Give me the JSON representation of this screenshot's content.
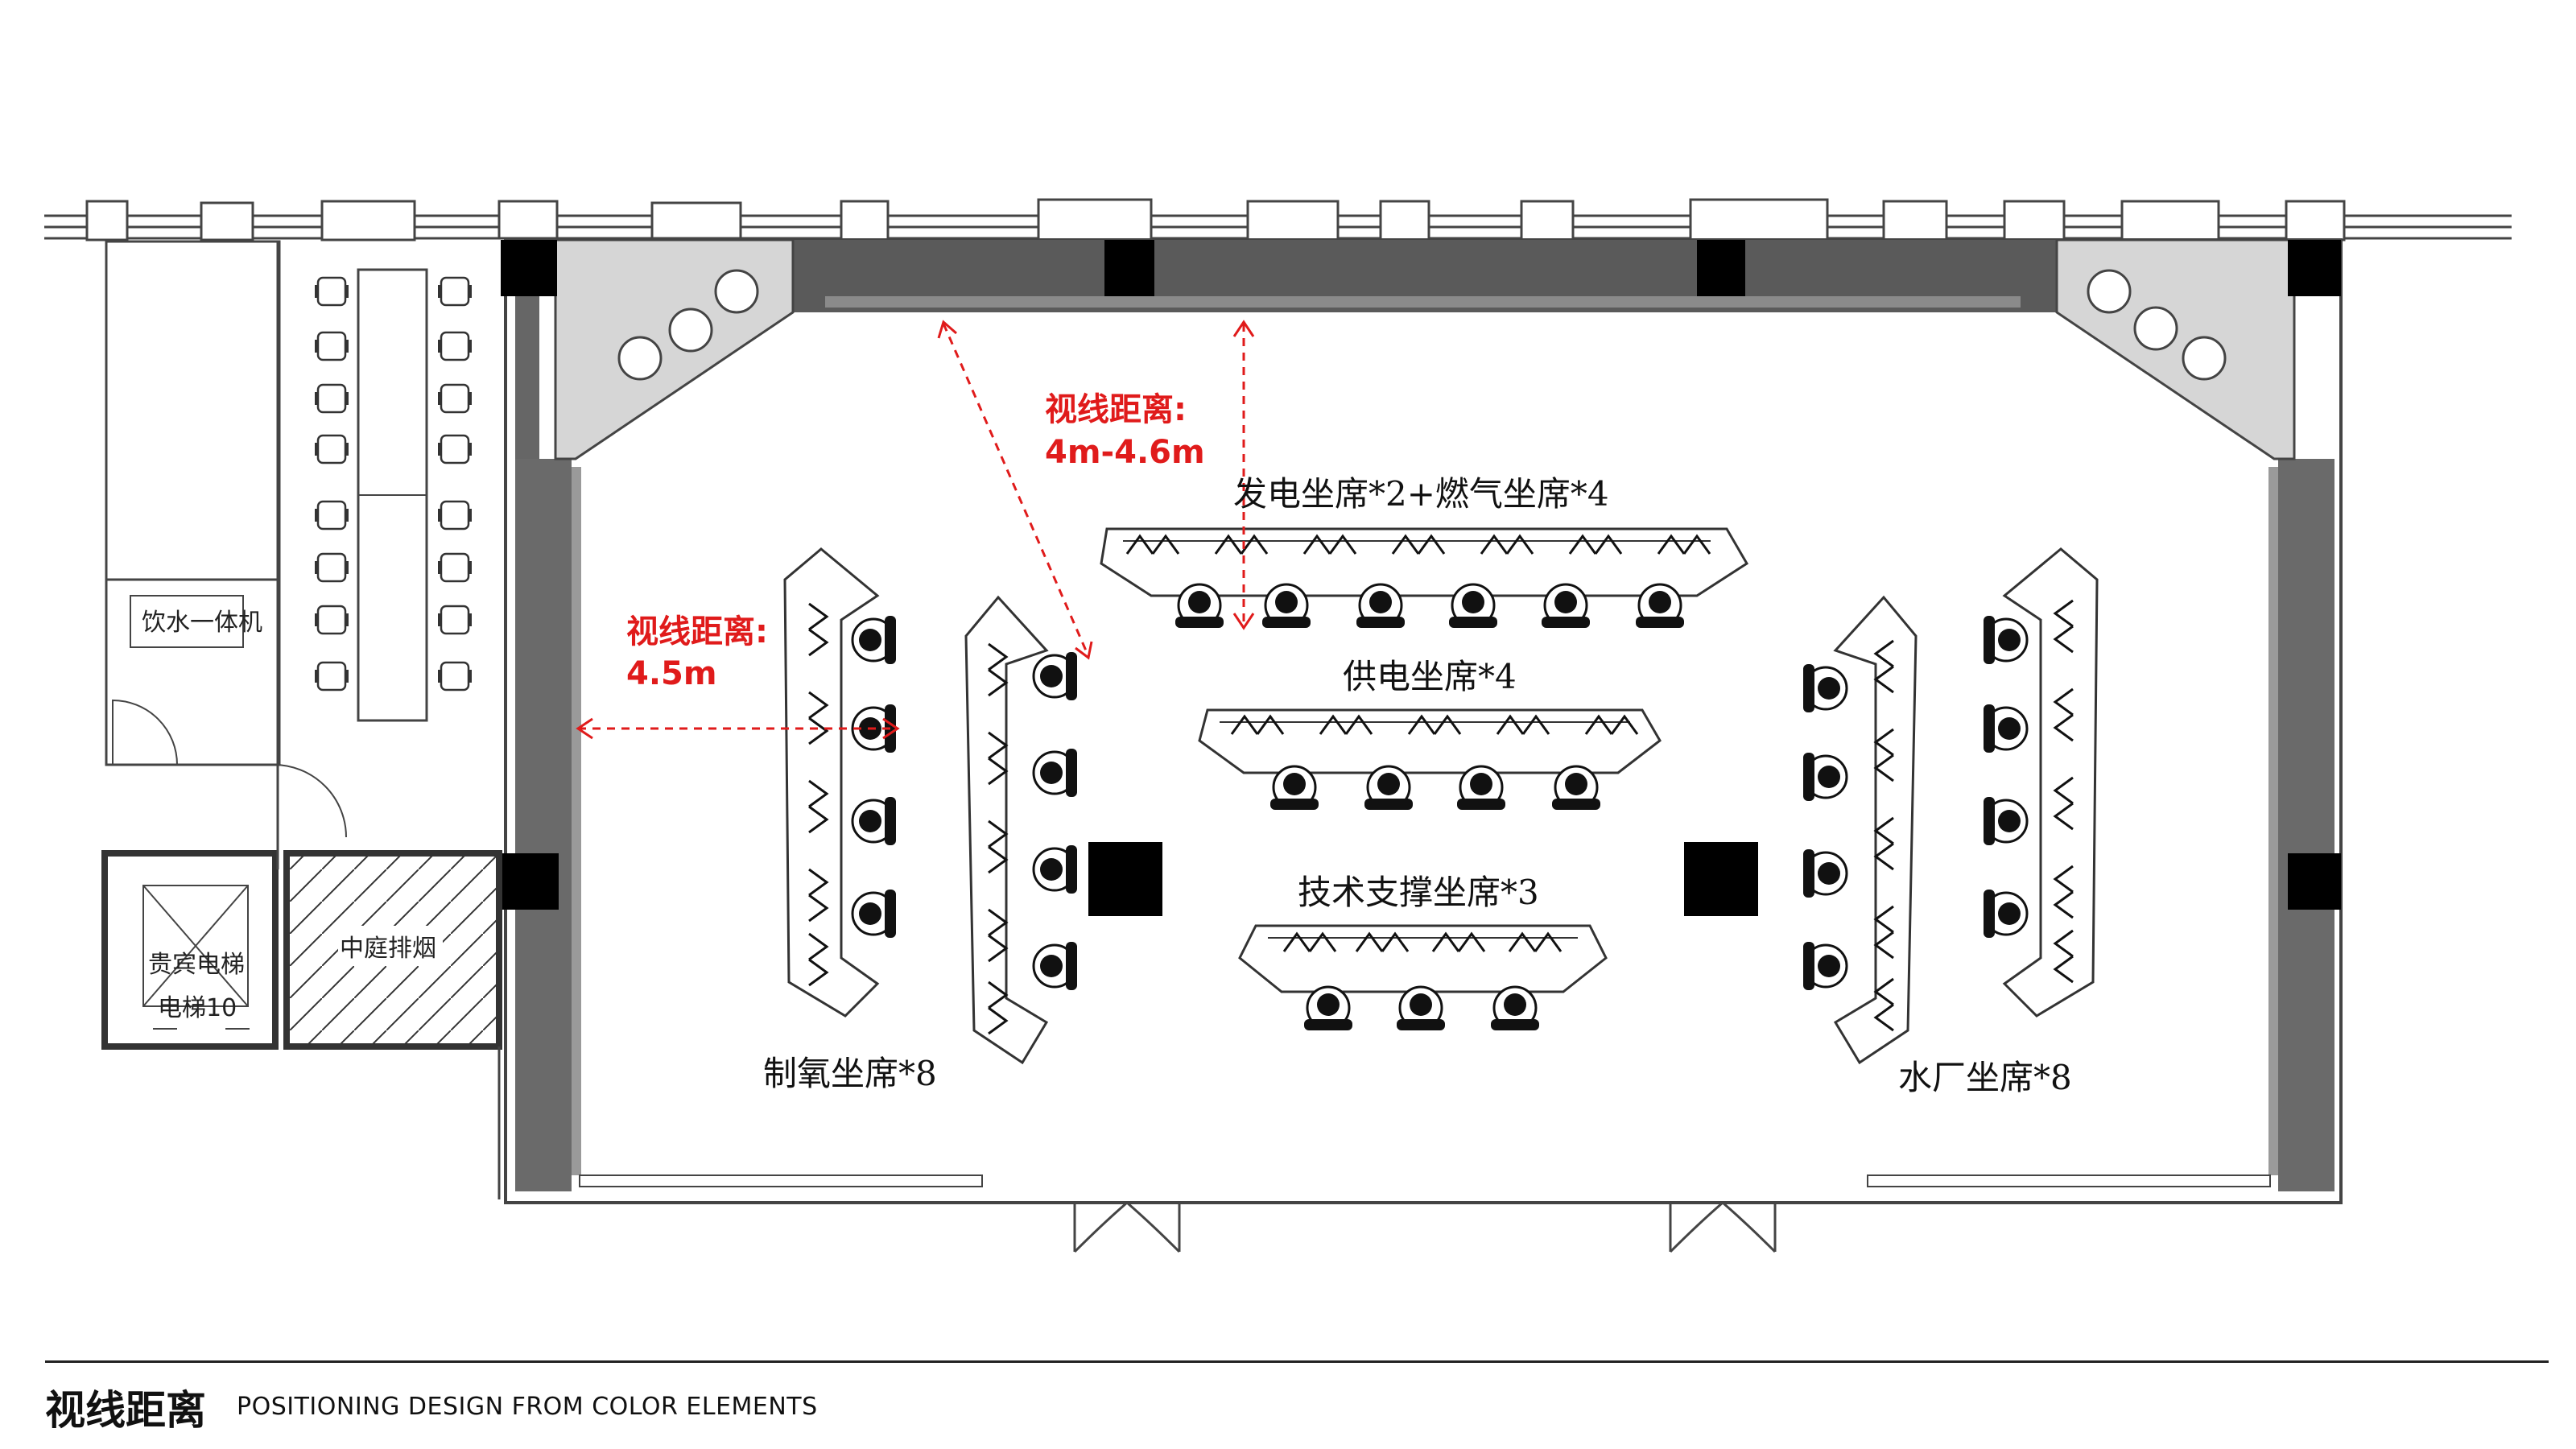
{
  "seat_groups": {
    "generation_gas": "发电坐席*2+燃气坐席*4",
    "power_supply": "供电坐席*4",
    "tech_support": "技术支撑坐席*3",
    "oxygen": "制氧坐席*8",
    "water_plant": "水厂坐席*8"
  },
  "sight_lines": [
    {
      "label": "视线距离:",
      "value": "4m-4.6m"
    },
    {
      "label": "视线距离:",
      "value": "4.5m"
    }
  ],
  "rooms": {
    "water_dispenser": "饮水一体机",
    "vip_elevator": "贵宾电梯",
    "elevator": "电梯10",
    "atrium_smoke": "中庭排烟"
  },
  "footer": {
    "title": "视线距离",
    "subtitle": "POSITIONING DESIGN FROM COLOR ELEMENTS"
  },
  "colors": {
    "wall_dark": "#5a5a5a",
    "wall_grey": "#8a8a8a",
    "accent_red": "#e01b1b",
    "column": "#000000"
  }
}
